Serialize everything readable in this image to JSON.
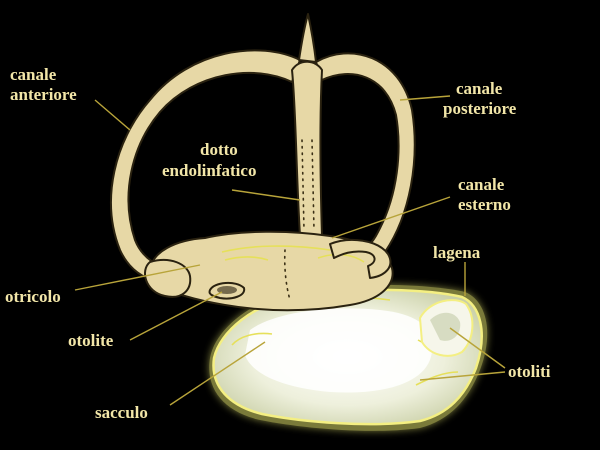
{
  "labels": {
    "canale_anteriore_1": "canale",
    "canale_anteriore_2": "anteriore",
    "canale_posteriore_1": "canale",
    "canale_posteriore_2": "posteriore",
    "dotto_1": "dotto",
    "dotto_2": "endolinfatico",
    "canale_esterno_1": "canale",
    "canale_esterno_2": "esterno",
    "lagena": "lagena",
    "otricolo": "otricolo",
    "otolite": "otolite",
    "otoliti": "otoliti",
    "sacculo": "sacculo"
  },
  "colors": {
    "background": "#000000",
    "bone": "#e7d8a6",
    "label": "#f2e6a8",
    "leader": "#b8a43a",
    "sac_glow": "#f6f39a",
    "sac_fill": "#f7f7ea"
  }
}
